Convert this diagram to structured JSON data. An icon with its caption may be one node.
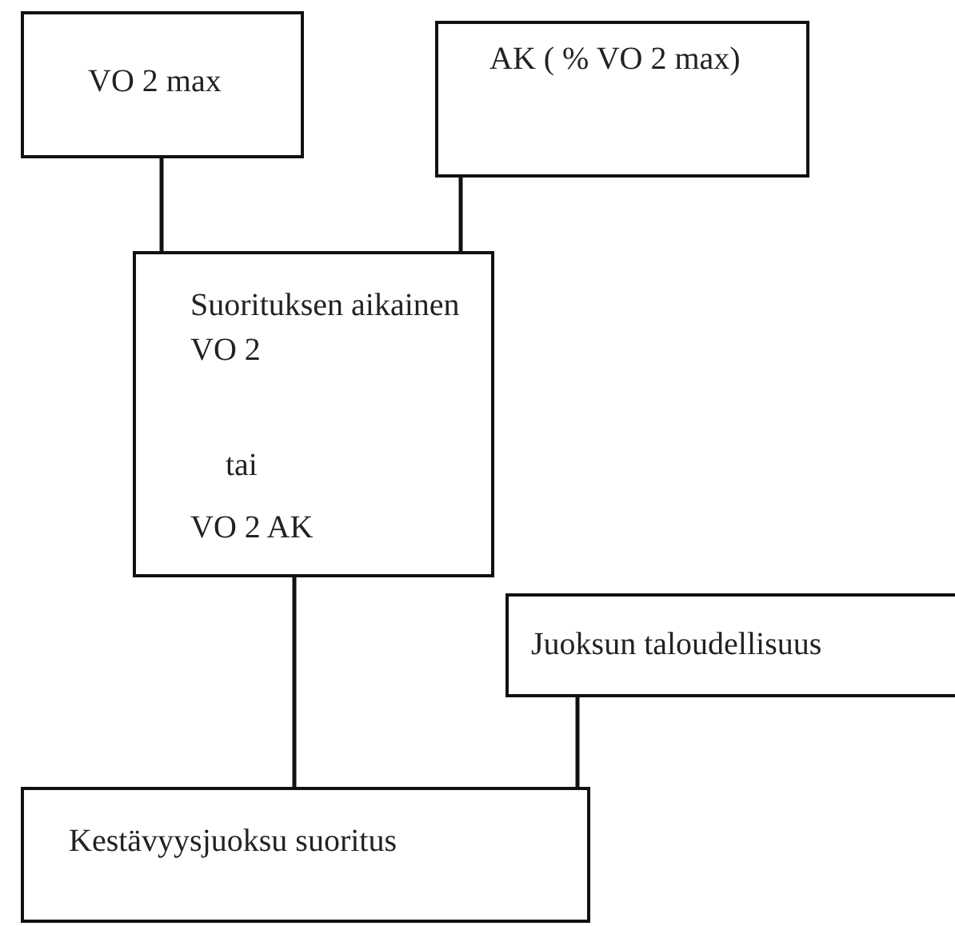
{
  "diagram": {
    "nodes": [
      {
        "text": [
          "VO 2 max"
        ]
      },
      {
        "text": [
          "AK ( % VO 2 max)"
        ]
      },
      {
        "text": [
          "Suorituksen aikainen VO 2",
          "tai",
          "VO 2 AK"
        ]
      },
      {
        "text": [
          "Juoksun taloudellisuus"
        ]
      },
      {
        "text": [
          "Kestävyysjuoksu suoritus"
        ]
      }
    ],
    "edges": [
      {
        "from": 0,
        "to": 2,
        "arrow": "none"
      },
      {
        "from": 1,
        "to": 2,
        "arrow": "none"
      },
      {
        "from": 2,
        "to": 4,
        "arrow": "none"
      },
      {
        "from": 3,
        "to": 4,
        "arrow": "none"
      }
    ]
  }
}
